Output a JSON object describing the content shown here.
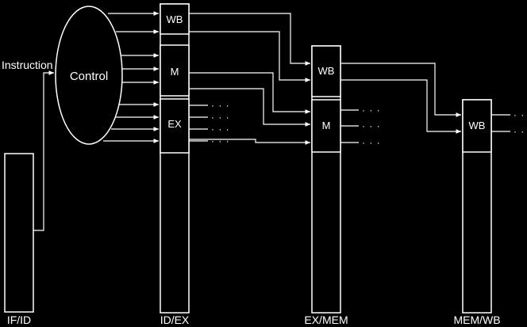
{
  "control_unit": {
    "label": "Control",
    "input_label": "Instruction"
  },
  "registers": {
    "if_id": "IF/ID",
    "id_ex": "ID/EX",
    "ex_mem": "EX/MEM",
    "mem_wb": "MEM/WB"
  },
  "fields": {
    "wb": "WB",
    "m": "M",
    "ex": "EX"
  },
  "continuation": "· · ·",
  "colors": {
    "background": "#000000",
    "box_fill": "#ffffff",
    "line": "#ffffff",
    "text": "#ffffff",
    "box_text": "#000000"
  }
}
